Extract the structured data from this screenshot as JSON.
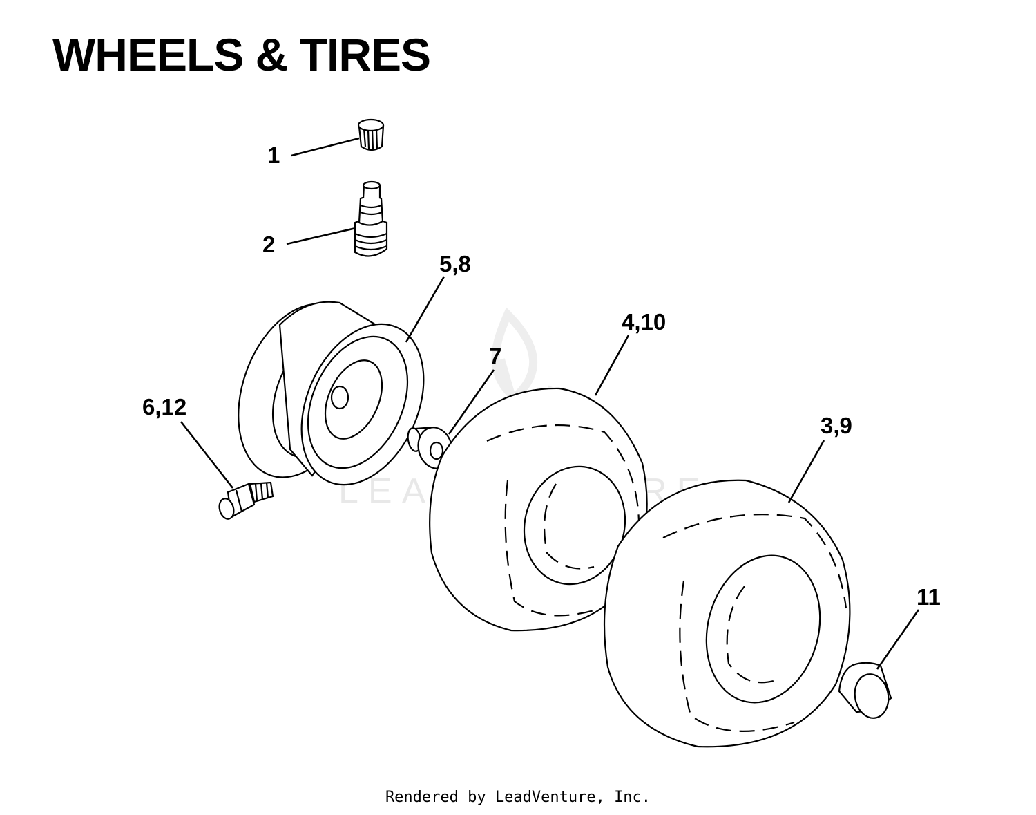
{
  "title": "WHEELS & TIRES",
  "footer": "Rendered by LeadVenture, Inc.",
  "watermark": "LEADVENTURE",
  "callouts": [
    "1",
    "2",
    "5,8",
    "4,10",
    "7",
    "6,12",
    "3,9",
    "11"
  ],
  "parts": [
    "valve-cap",
    "valve-stem",
    "wheel-rim",
    "front-tire",
    "bushing",
    "grease-fitting",
    "rear-tire",
    "hub-cap"
  ]
}
